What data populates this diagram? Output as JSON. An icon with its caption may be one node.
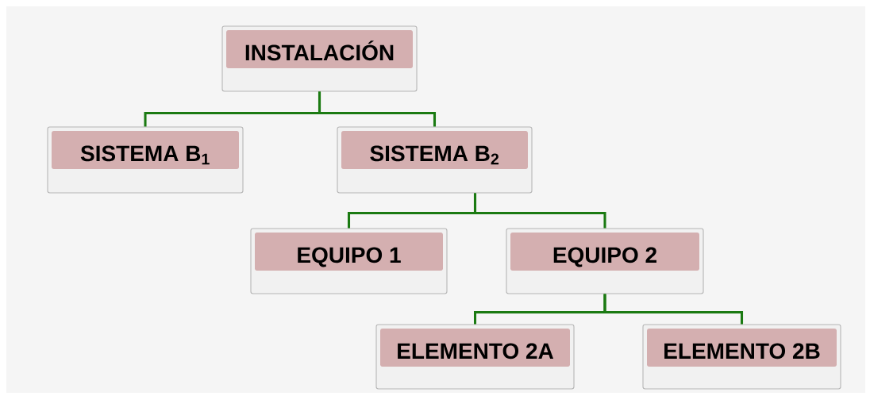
{
  "diagram": {
    "nodes": [
      {
        "text": [
          "INSTALACIÓN"
        ]
      },
      {
        "text": [
          "SISTEMA B$_{1}$"
        ]
      },
      {
        "text": [
          "SISTEMA B$_{2}$"
        ]
      },
      {
        "text": [
          "EQUIPO 1"
        ]
      },
      {
        "text": [
          "EQUIPO 2"
        ]
      },
      {
        "text": [
          "ELEMENTO 2A"
        ]
      },
      {
        "text": [
          "ELEMENTO 2B"
        ]
      }
    ],
    "edges": [
      {
        "from": 0,
        "to": 1,
        "arrow": "none"
      },
      {
        "from": 0,
        "to": 2,
        "arrow": "none"
      },
      {
        "from": 2,
        "to": 3,
        "arrow": "none"
      },
      {
        "from": 2,
        "to": 4,
        "arrow": "none"
      },
      {
        "from": 4,
        "to": 5,
        "arrow": "none"
      },
      {
        "from": 4,
        "to": 6,
        "arrow": "none"
      }
    ]
  }
}
